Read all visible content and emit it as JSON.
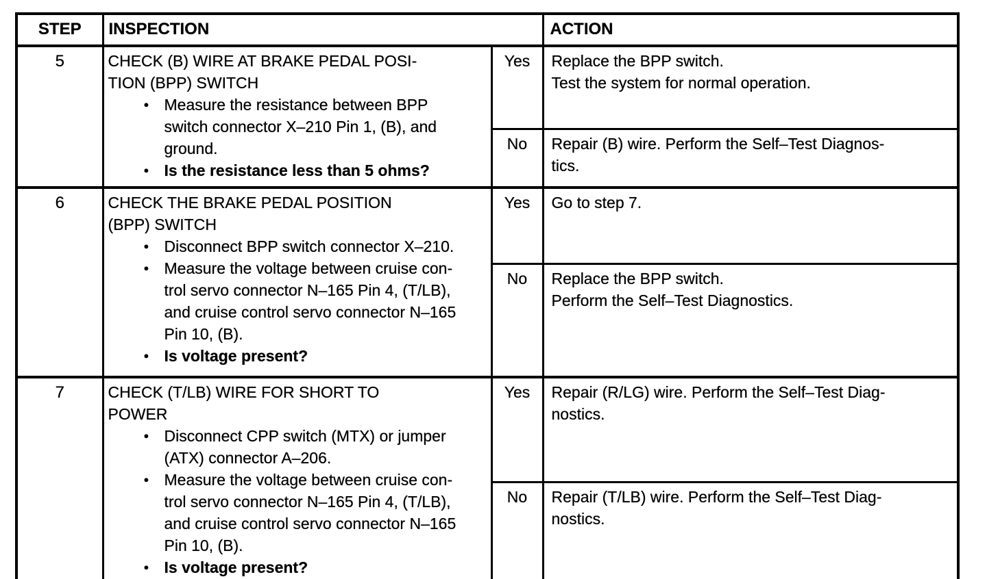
{
  "table": {
    "headers": {
      "step": "STEP",
      "inspection": "INSPECTION",
      "action": "ACTION"
    },
    "rows": [
      {
        "step": "5",
        "title": "CHECK (B) WIRE AT BRAKE PEDAL POSI-\nTION (BPP) SWITCH",
        "bullets": [
          {
            "text": "Measure the resistance between BPP\nswitch connector X–210 Pin 1, (B), and\nground.",
            "bold": false
          },
          {
            "text": "Is the resistance less than 5 ohms?",
            "bold": true
          }
        ],
        "outcomes": [
          {
            "label": "Yes",
            "action": "Replace the BPP switch.\nTest the system for normal operation."
          },
          {
            "label": "No",
            "action": "Repair (B) wire. Perform the Self–Test Diagnos-\ntics."
          }
        ]
      },
      {
        "step": "6",
        "title": "CHECK THE BRAKE PEDAL POSITION\n(BPP) SWITCH",
        "bullets": [
          {
            "text": "Disconnect BPP switch connector X–210.",
            "bold": false
          },
          {
            "text": "Measure the voltage between cruise con-\ntrol servo connector N–165 Pin 4, (T/LB),\nand cruise control servo connector N–165\nPin 10, (B).",
            "bold": false
          },
          {
            "text": "Is voltage present?",
            "bold": true
          }
        ],
        "outcomes": [
          {
            "label": "Yes",
            "action": "Go to step 7."
          },
          {
            "label": "No",
            "action": "Replace the BPP switch.\nPerform the Self–Test Diagnostics."
          }
        ]
      },
      {
        "step": "7",
        "title": "CHECK (T/LB) WIRE FOR SHORT TO\nPOWER",
        "bullets": [
          {
            "text": "Disconnect CPP switch (MTX) or jumper\n(ATX) connector A–206.",
            "bold": false
          },
          {
            "text": "Measure the voltage between cruise con-\ntrol servo connector N–165 Pin 4, (T/LB),\nand cruise control servo connector N–165\nPin 10, (B).",
            "bold": false
          },
          {
            "text": "Is voltage present?",
            "bold": true
          }
        ],
        "outcomes": [
          {
            "label": "Yes",
            "action": "Repair (R/LG) wire. Perform the Self–Test Diag-\nnostics."
          },
          {
            "label": "No",
            "action": "Repair (T/LB) wire. Perform the Self–Test Diag-\nnostics."
          }
        ]
      }
    ]
  },
  "colors": {
    "ink": "#000000",
    "paper": "#ffffff"
  }
}
